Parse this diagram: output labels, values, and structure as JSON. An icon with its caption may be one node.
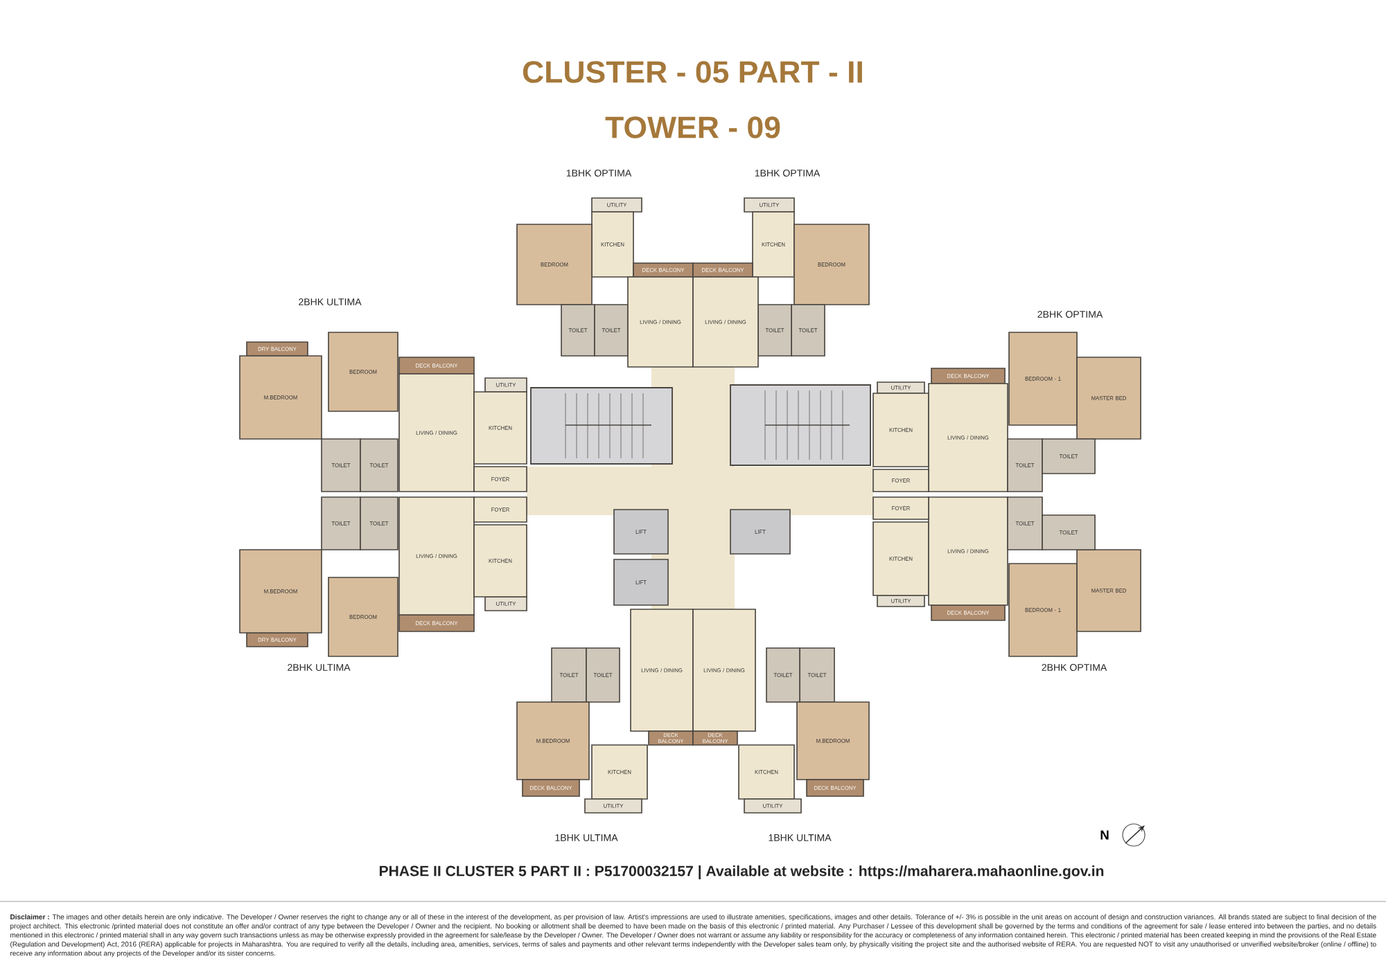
{
  "diagram": {
    "title": "CLUSTER - 05 PART - II",
    "caption": "PHASE II CLUSTER 5 PART II : P51700032157 | Available at website : https://maharera.mahaonline.gov.in",
    "nodes": [
      {
        "text": [
          "UTILITY"
        ]
      },
      {
        "text": [
          "KITCHEN"
        ]
      },
      {
        "text": [
          "BEDROOM"
        ]
      },
      {
        "text": [
          "TOILET"
        ]
      },
      {
        "text": [
          "TOILET"
        ]
      },
      {
        "text": [
          "DECK BALCONY"
        ]
      },
      {
        "text": [
          "LIVING / DINING"
        ]
      },
      {
        "text": [
          "UTILITY"
        ]
      },
      {
        "text": [
          "KITCHEN"
        ]
      },
      {
        "text": [
          "BEDROOM"
        ]
      },
      {
        "text": [
          "TOILET"
        ]
      },
      {
        "text": [
          "TOILET"
        ]
      },
      {
        "text": [
          "DECK BALCONY"
        ]
      },
      {
        "text": [
          "LIVING / DINING"
        ]
      },
      {
        "text": [
          "DRY BALCONY"
        ]
      },
      {
        "text": [
          "M.BEDROOM"
        ]
      },
      {
        "text": [
          "BEDROOM"
        ]
      },
      {
        "text": [
          "TOILET"
        ]
      },
      {
        "text": [
          "TOILET"
        ]
      },
      {
        "text": [
          "DECK BALCONY"
        ]
      },
      {
        "text": [
          "LIVING / DINING"
        ]
      },
      {
        "text": [
          "UTILITY"
        ]
      },
      {
        "text": [
          "KITCHEN"
        ]
      },
      {
        "text": [
          "FOYER"
        ]
      },
      {
        "text": [
          "UTILITY"
        ]
      },
      {
        "text": [
          "KITCHEN"
        ]
      },
      {
        "text": [
          "DECK BALCONY"
        ]
      },
      {
        "text": [
          "LIVING / DINING"
        ]
      },
      {
        "text": [
          "FOYER"
        ]
      },
      {
        "text": [
          "BEDROOM - 1"
        ]
      },
      {
        "text": [
          "MASTER BED"
        ]
      },
      {
        "text": [
          "TOILET"
        ]
      },
      {
        "text": [
          "TOILET"
        ]
      },
      {
        "text": [
          "LIFT"
        ]
      },
      {
        "text": [
          "LIFT"
        ]
      },
      {
        "text": [
          "LIFT"
        ]
      },
      {
        "text": [
          "DRY BALCONY"
        ]
      },
      {
        "text": [
          "M.BEDROOM"
        ]
      },
      {
        "text": [
          "BEDROOM"
        ]
      },
      {
        "text": [
          "TOILET"
        ]
      },
      {
        "text": [
          "TOILET"
        ]
      },
      {
        "text": [
          "DECK BALCONY"
        ]
      },
      {
        "text": [
          "LIVING / DINING"
        ]
      },
      {
        "text": [
          "UTILITY"
        ]
      },
      {
        "text": [
          "KITCHEN"
        ]
      },
      {
        "text": [
          "FOYER"
        ]
      },
      {
        "text": [
          "UTILITY"
        ]
      },
      {
        "text": [
          "KITCHEN"
        ]
      },
      {
        "text": [
          "DECK BALCONY"
        ]
      },
      {
        "text": [
          "LIVING / DINING"
        ]
      },
      {
        "text": [
          "FOYER"
        ]
      },
      {
        "text": [
          "BEDROOM - 1"
        ]
      },
      {
        "text": [
          "MASTER BED"
        ]
      },
      {
        "text": [
          "TOILET"
        ]
      },
      {
        "text": [
          "TOILET"
        ]
      },
      {
        "text": [
          "LIVING / DINING"
        ]
      },
      {
        "text": [
          "DECK BALCONY"
        ]
      },
      {
        "text": [
          "TOILET"
        ]
      },
      {
        "text": [
          "TOILET"
        ]
      },
      {
        "text": [
          "M.BEDROOM"
        ]
      },
      {
        "text": [
          "DECK BALCONY"
        ]
      },
      {
        "text": [
          "KITCHEN"
        ]
      },
      {
        "text": [
          "UTILITY"
        ]
      },
      {
        "text": [
          "LIVING / DINING"
        ]
      },
      {
        "text": [
          "DECK BALCONY"
        ]
      },
      {
        "text": [
          "TOILET"
        ]
      },
      {
        "text": [
          "TOILET"
        ]
      },
      {
        "text": [
          "M.BEDROOM"
        ]
      },
      {
        "text": [
          "DECK BALCONY"
        ]
      },
      {
        "text": [
          "KITCHEN"
        ]
      },
      {
        "text": [
          "UTILITY"
        ]
      }
    ],
    "labels": [
      "TOWER - 09",
      "1BHK OPTIMA",
      "1BHK OPTIMA",
      "2BHK ULTIMA",
      "2BHK OPTIMA",
      "2BHK ULTIMA",
      "2BHK OPTIMA",
      "1BHK ULTIMA",
      "1BHK ULTIMA",
      "N",
      "**Disclaimer :** The images and other details herein are only indicative. The Developer / Owner reserves the right to change any or all of these in the interest of the development, as per provision of law. Artist's impressions are used to illustrate amenities, specifications, images and other details. Tolerance of +/- 3% is possible in the unit areas on account of design and construction variances. All brands stated are subject to final decision of the project architect. This electronic /printed material does not constitute an offer and/or contract of any type between the Developer / Owner and the recipient. No booking or allotment shall be deemed to have been made on the basis of this electronic / printed material. Any Purchaser / Lessee of this development shall be governed by the terms and conditions of the agreement for sale / lease entered into between the parties, and no details mentioned in this electronic / printed material shall in any way govern such transactions unless as may be otherwise expressly provided in the agreement for sale/lease by the Developer / Owner. The Developer / Owner does not warrant or assume any liability or responsibility for the accuracy or completeness of any information contained herein. This electronic / printed material has been created keeping in mind the provisions of the Real Estate (Regulation and Development) Act, 2016 (RERA) applicable for projects in Maharashtra. You are required to verify all the details, including area, amenities, services, terms of sales and payments and other relevant terms independently with the Developer sales team only, by physically visiting the project site and the authorised website of RERA. You are requested NOT to visit any unauthorised or unverified website/broker (online / offline) to receive any information about any projects of the Developer and/or its sister concerns."
    ]
  }
}
